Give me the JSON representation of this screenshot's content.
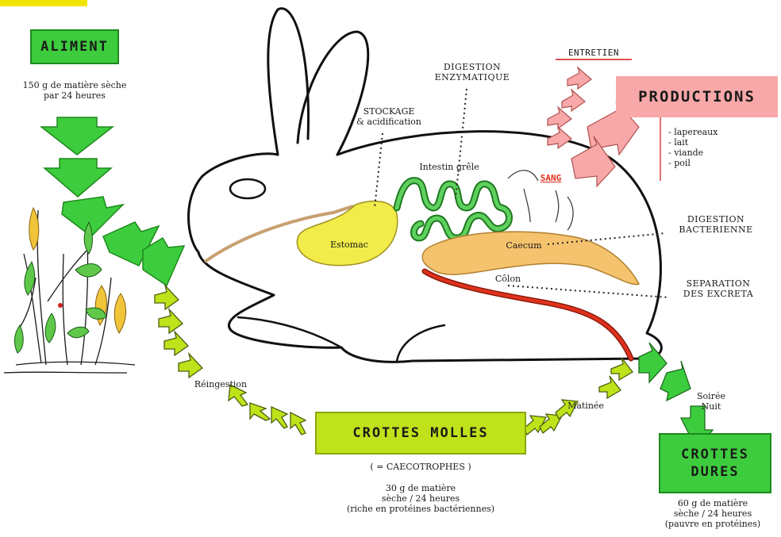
{
  "boxes": {
    "aliment": "ALIMENT",
    "productions": "PRODUCTIONS",
    "crottes_molles": "CROTTES MOLLES",
    "crottes_dures_line1": "CROTTES",
    "crottes_dures_line2": "DURES"
  },
  "labels": {
    "aliment_desc_1": "150 g de matière sèche",
    "aliment_desc_2": "par 24 heures",
    "entretien": "ENTRETIEN",
    "digestion_enzymatique_1": "DIGESTION",
    "digestion_enzymatique_2": "ENZYMATIQUE",
    "stockage_1": "STOCKAGE",
    "stockage_2": "& acidification",
    "intestin_grele": "Intestin grêle",
    "sang": "SANG",
    "estomac": "Estomac",
    "caecum": "Caecum",
    "colon": "Côlon",
    "digestion_bacterienne_1": "DIGESTION",
    "digestion_bacterienne_2": "BACTERIENNE",
    "separation_1": "SEPARATION",
    "separation_2": "DES EXCRETA",
    "reingestion": "Réingestion",
    "matinee": "Matinée",
    "soiree_1": "Soirée",
    "soiree_2": "Nuit",
    "caecotrophes": "( = CAECOTROPHES )",
    "molles_desc_1": "30 g de matière",
    "molles_desc_2": "sèche / 24 heures",
    "molles_desc_3": "(riche en protéines bactériennes)",
    "dures_desc_1": "60 g de matière",
    "dures_desc_2": "sèche / 24 heures",
    "dures_desc_3": "(pauvre en protéines)"
  },
  "productions_list": [
    "- lapereaux",
    "- lait",
    "- viande",
    "- poil"
  ],
  "colors": {
    "green": "#3dcc3d",
    "lime": "#bfe21a",
    "pink": "#f8a8a8",
    "yellow": "#f2ec4a",
    "orange": "#f5c36e",
    "red": "#e0321e",
    "sang": "#e0321e"
  }
}
